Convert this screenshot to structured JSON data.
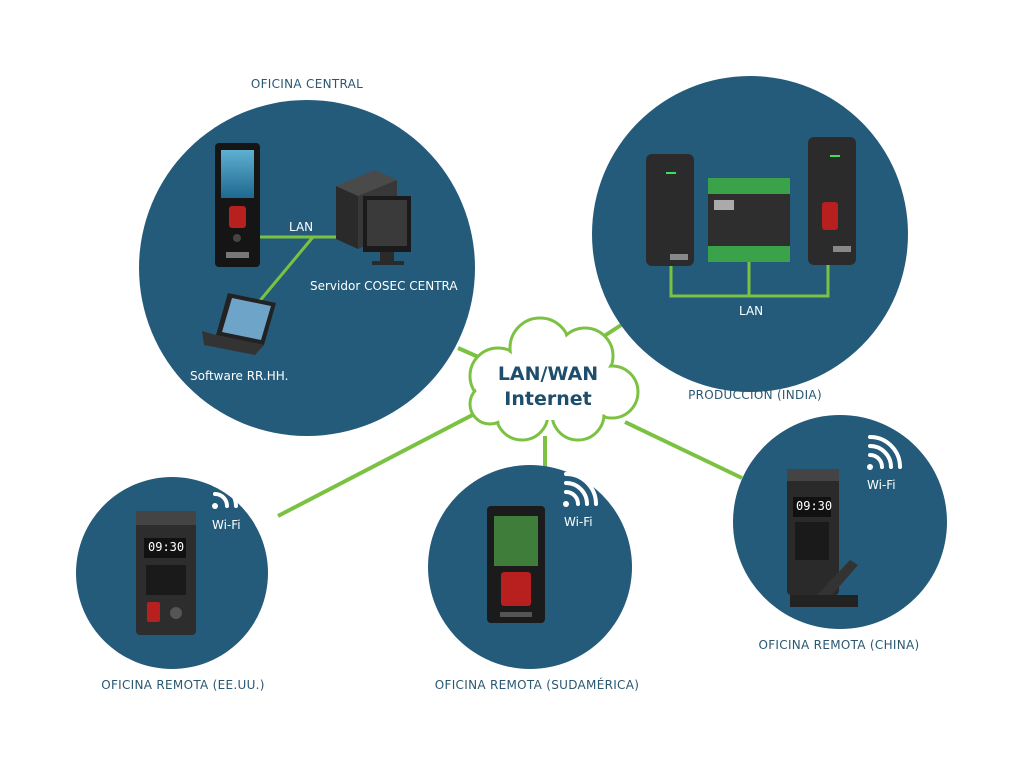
{
  "sites": {
    "central": {
      "title": "OFICINA CENTRAL",
      "lan_label": "LAN",
      "server_label": "Servidor COSEC CENTRA",
      "software_label": "Software RR.HH."
    },
    "production": {
      "title": "PRODUCCIÓN (INDIA)",
      "lan_label": "LAN"
    },
    "usa": {
      "title": "OFICINA REMOTA (EE.UU.)",
      "wifi_label": "Wi-Fi",
      "device_time": "09:30"
    },
    "southamerica": {
      "title": "OFICINA REMOTA (SUDAMÉRICA)",
      "wifi_label": "Wi-Fi"
    },
    "china": {
      "title": "OFICINA REMOTA (CHINA)",
      "wifi_label": "Wi-Fi",
      "device_time": "09:30"
    }
  },
  "cloud": {
    "line1": "LAN/WAN",
    "line2": "Internet"
  },
  "colors": {
    "circle": "#245b7a",
    "link": "#7cc242",
    "label": "#2a5772",
    "cloud_text": "#1f4e6d"
  },
  "icons": [
    "wifi-icon",
    "cloud-icon",
    "server-icon",
    "laptop-icon",
    "biometric-terminal-icon",
    "card-reader-icon",
    "door-controller-icon"
  ]
}
